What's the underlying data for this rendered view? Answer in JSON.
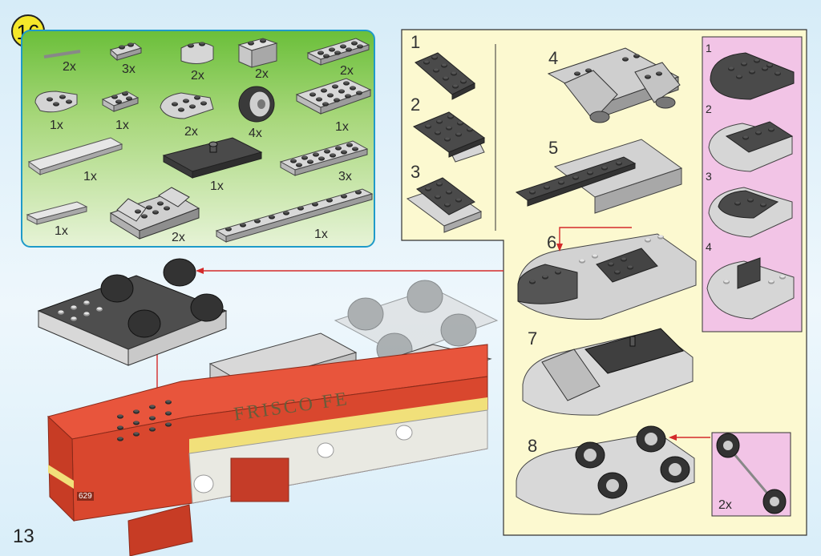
{
  "page": {
    "step_badge": "16",
    "page_number": "13"
  },
  "parts": [
    {
      "qty": "2x",
      "name": "bar-part"
    },
    {
      "qty": "3x",
      "name": "plate-1x2"
    },
    {
      "qty": "2x",
      "name": "round-brick"
    },
    {
      "qty": "2x",
      "name": "brick-1x2"
    },
    {
      "qty": "2x",
      "name": "plate-2x4"
    },
    {
      "qty": "1x",
      "name": "round-plate"
    },
    {
      "qty": "1x",
      "name": "plate-2x2"
    },
    {
      "qty": "2x",
      "name": "round-plate-2x3"
    },
    {
      "qty": "4x",
      "name": "wheel"
    },
    {
      "qty": "1x",
      "name": "plate-3x4"
    },
    {
      "qty": "1x",
      "name": "tile-long"
    },
    {
      "qty": "1x",
      "name": "plate-dark-large"
    },
    {
      "qty": "3x",
      "name": "plate-2x6"
    },
    {
      "qty": "1x",
      "name": "tile-small"
    },
    {
      "qty": "2x",
      "name": "bogie-piece"
    },
    {
      "qty": "1x",
      "name": "plate-1x10"
    }
  ],
  "substeps": [
    "1",
    "2",
    "3"
  ],
  "steps": [
    "4",
    "5",
    "6",
    "7",
    "8"
  ],
  "pink_steps": [
    "1",
    "2",
    "3",
    "4"
  ],
  "wheel_inset": {
    "qty": "2x"
  },
  "locomotive": {
    "side_text": "FRISCO FE",
    "number": "629"
  },
  "colors": {
    "green_box_border": "#1f9ac9",
    "yellow_panel": "#fcf9d0",
    "pink_panel": "#f2c4e6",
    "arrow": "#d42a2a",
    "loco_red": "#d9472e"
  }
}
